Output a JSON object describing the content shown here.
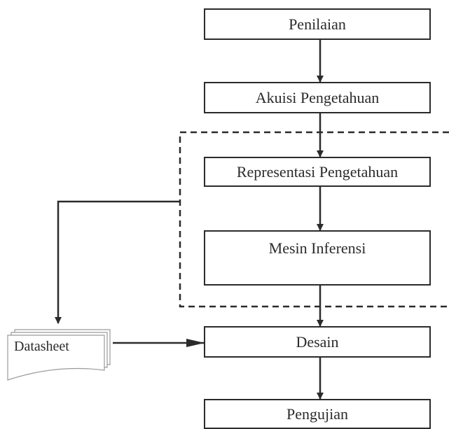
{
  "boxes": {
    "penilaian": "Penilaian",
    "akuisi": "Akuisi Pengetahuan",
    "representasi": "Representasi Pengetahuan",
    "mesin": "Mesin Inferensi",
    "desain": "Desain",
    "pengujian": "Pengujian"
  },
  "document": {
    "label": "Datasheet"
  },
  "colors": {
    "stroke": "#2b2b2b",
    "background": "#ffffff"
  }
}
